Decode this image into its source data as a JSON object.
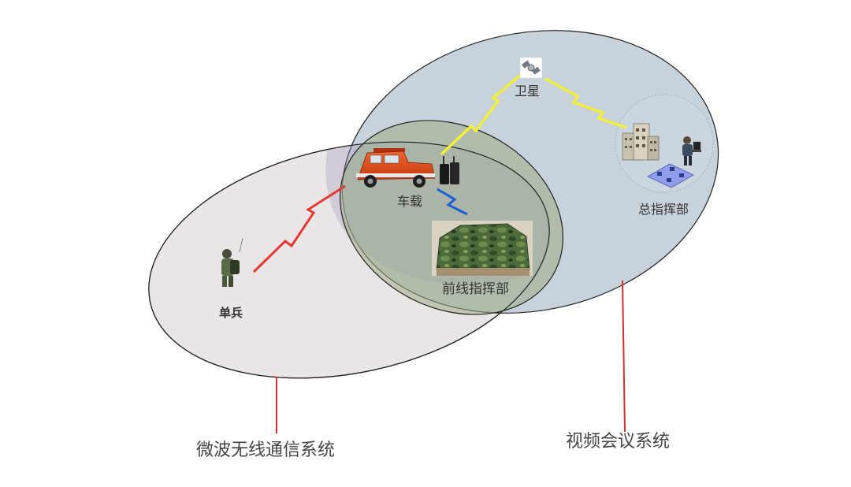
{
  "labels": {
    "soldier": "单兵",
    "vehicle": "车载",
    "satellite": "卫星",
    "frontline_hq": "前线指挥部",
    "general_hq": "总指挥部"
  },
  "captions": {
    "microwave_system": "微波无线通信系统",
    "video_conference_system": "视频会议系统"
  },
  "colors": {
    "microwave_ellipse": "#ebe6e6",
    "video_ellipse": "#c5d0d9",
    "overlap_ellipse": "#9dac86",
    "callout_line": "#d32f2f",
    "link_red": "#e53935",
    "link_yellow": "#f2ee3a",
    "link_blue": "#1e5fd8"
  },
  "icons": {
    "soldier": "soldier-icon",
    "vehicle": "jeep-icon",
    "radio": "radio-equipment-icon",
    "satellite": "satellite-icon",
    "tent": "tent-icon",
    "building": "building-icon",
    "operator": "operator-icon",
    "network": "network-icon"
  }
}
